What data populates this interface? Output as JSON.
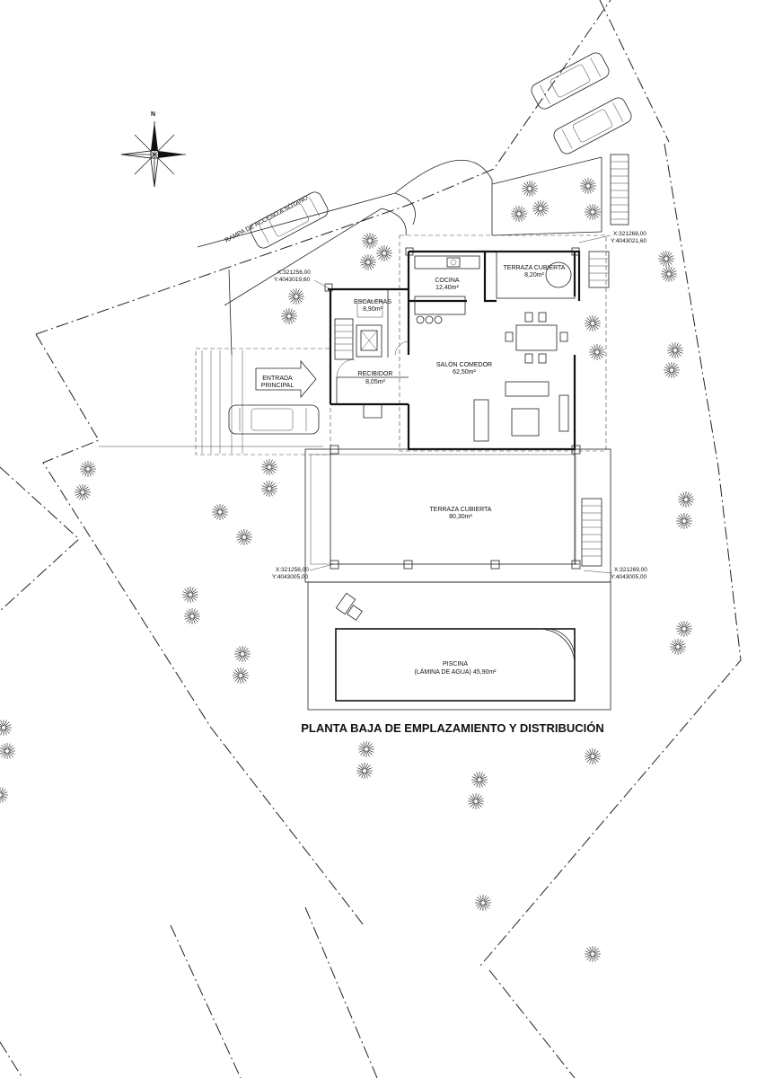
{
  "plan": {
    "title": "PLANTA BAJA DE EMPLAZAMIENTO Y DISTRIBUCIÓN",
    "north_label": "N",
    "ramp_label": "RAMPA DE ACCESO A SÓTANO",
    "entrance_label_1": "ENTRADA",
    "entrance_label_2": "PRINCIPAL",
    "rooms": {
      "cocina": {
        "name": "COCINA",
        "area": "12,40m²"
      },
      "escaleras": {
        "name": "ESCALERAS",
        "area": "8,90m²"
      },
      "terraza_cubierta_small": {
        "name": "TERRAZA CUBIERTA",
        "area": "8,20m²"
      },
      "salon": {
        "name": "SALÓN COMEDOR",
        "area": "62,50m²"
      },
      "recibidor": {
        "name": "RECIBIDOR",
        "area": "8,05m²"
      },
      "terraza_cubierta_large": {
        "name": "TERRAZA CUBIERTA",
        "area": "80,30m²"
      },
      "piscina": {
        "name": "PISCINA",
        "area": "(LÁMINA DE AGUA) 45,90m²"
      }
    },
    "coordinates": {
      "nw": {
        "x": "X:321256,00",
        "y": "Y:4043019,60"
      },
      "ne": {
        "x": "X:321268,00",
        "y": "Y:4043021,60"
      },
      "sw": {
        "x": "X:321256,00",
        "y": "Y:4043005,00"
      },
      "se": {
        "x": "X:321269,00",
        "y": "Y:4043005,00"
      }
    }
  }
}
